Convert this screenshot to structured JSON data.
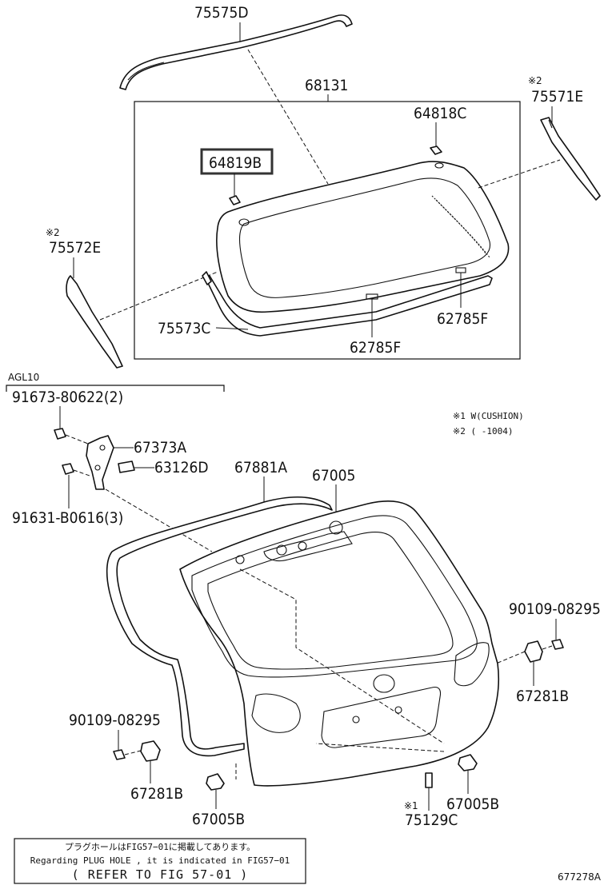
{
  "callouts": {
    "p75575D": "75575D",
    "p68131": "68131",
    "p64818C": "64818C",
    "p64819B": "64819B",
    "p75571E": "75571E",
    "p75572E": "75572E",
    "p75573C": "75573C",
    "p62785F_a": "62785F",
    "p62785F_b": "62785F",
    "p91673": "91673-80622(2)",
    "p67373A": "67373A",
    "p63126D": "63126D",
    "p91631": "91631-B0616(3)",
    "p67881A": "67881A",
    "p67005": "67005",
    "p90109_r": "90109-08295",
    "p67281B_r": "67281B",
    "p90109_l": "90109-08295",
    "p67281B_l": "67281B",
    "p67005B_l": "67005B",
    "p67005B_r": "67005B",
    "p75129C": "75129C"
  },
  "marks": {
    "kome2_75571E": "※2",
    "kome2_75572E": "※2",
    "kome1_75129C": "※1"
  },
  "group_label": "AGL10",
  "legend": {
    "line1": "※1 W(CUSHION)",
    "line2": "※2 (      -1004)"
  },
  "footnote": {
    "jp": "プラグホールはFIG57−01に掲載してあります。",
    "en": "Regarding PLUG HOLE , it is indicated in FIG57−01",
    "ref": "( REFER TO FIG 57-01 )"
  },
  "figure_id": "677278A",
  "highlight_color": "#333333"
}
